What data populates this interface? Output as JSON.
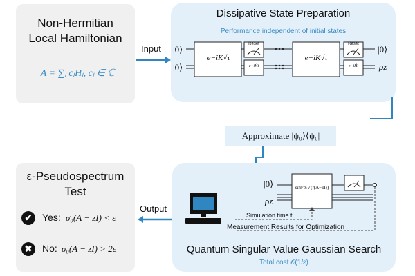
{
  "left_top_panel": {
    "title_line1": "Non-Hermitian",
    "title_line2": "Local Hamiltonian",
    "formula": "A = ∑ⱼ cⱼHⱼ,   cⱼ ∈ ℂ"
  },
  "arrows": {
    "input_label": "Input",
    "output_label": "Output"
  },
  "dissipative_panel": {
    "title": "Dissipative State Preparation",
    "subtitle": "Performance independent of initial states",
    "ket_zero": "|0⟩",
    "gate_label": "e−i̅K√τ",
    "reset_label": "Reset",
    "evolve_label": "e−iH̃t",
    "ellipsis": "···",
    "output_top": "|0⟩",
    "output_bottom": "ρz"
  },
  "approximate_box": {
    "label": "Approximate |ψ₀⟩⟨ψ₀|"
  },
  "pseudospectrum_panel": {
    "title_line1": "ε-Pseudospectrum",
    "title_line2": "Test",
    "yes_label": "Yes:",
    "yes_condition": "σ₀(A − zI) < ε",
    "no_label": "No:",
    "no_condition": "σ₀(A − zI) > 2ε",
    "check_icon": "✔",
    "cross_icon": "✖"
  },
  "search_panel": {
    "title": "Quantum Singular Value Gaussian Search",
    "cost": "Total cost 𝒪(1/ε)",
    "ket_zero": "|0⟩",
    "rho": "ρz",
    "sim_label": "sim^SV(r(A−zI))",
    "simulation_time": "Simulation time t",
    "measurement_results": "Measurement Results for Optimization"
  },
  "colors": {
    "accent_blue": "#2f86c0",
    "panel_blue": "#e3f0f9",
    "panel_grey": "#f0f0f0"
  }
}
